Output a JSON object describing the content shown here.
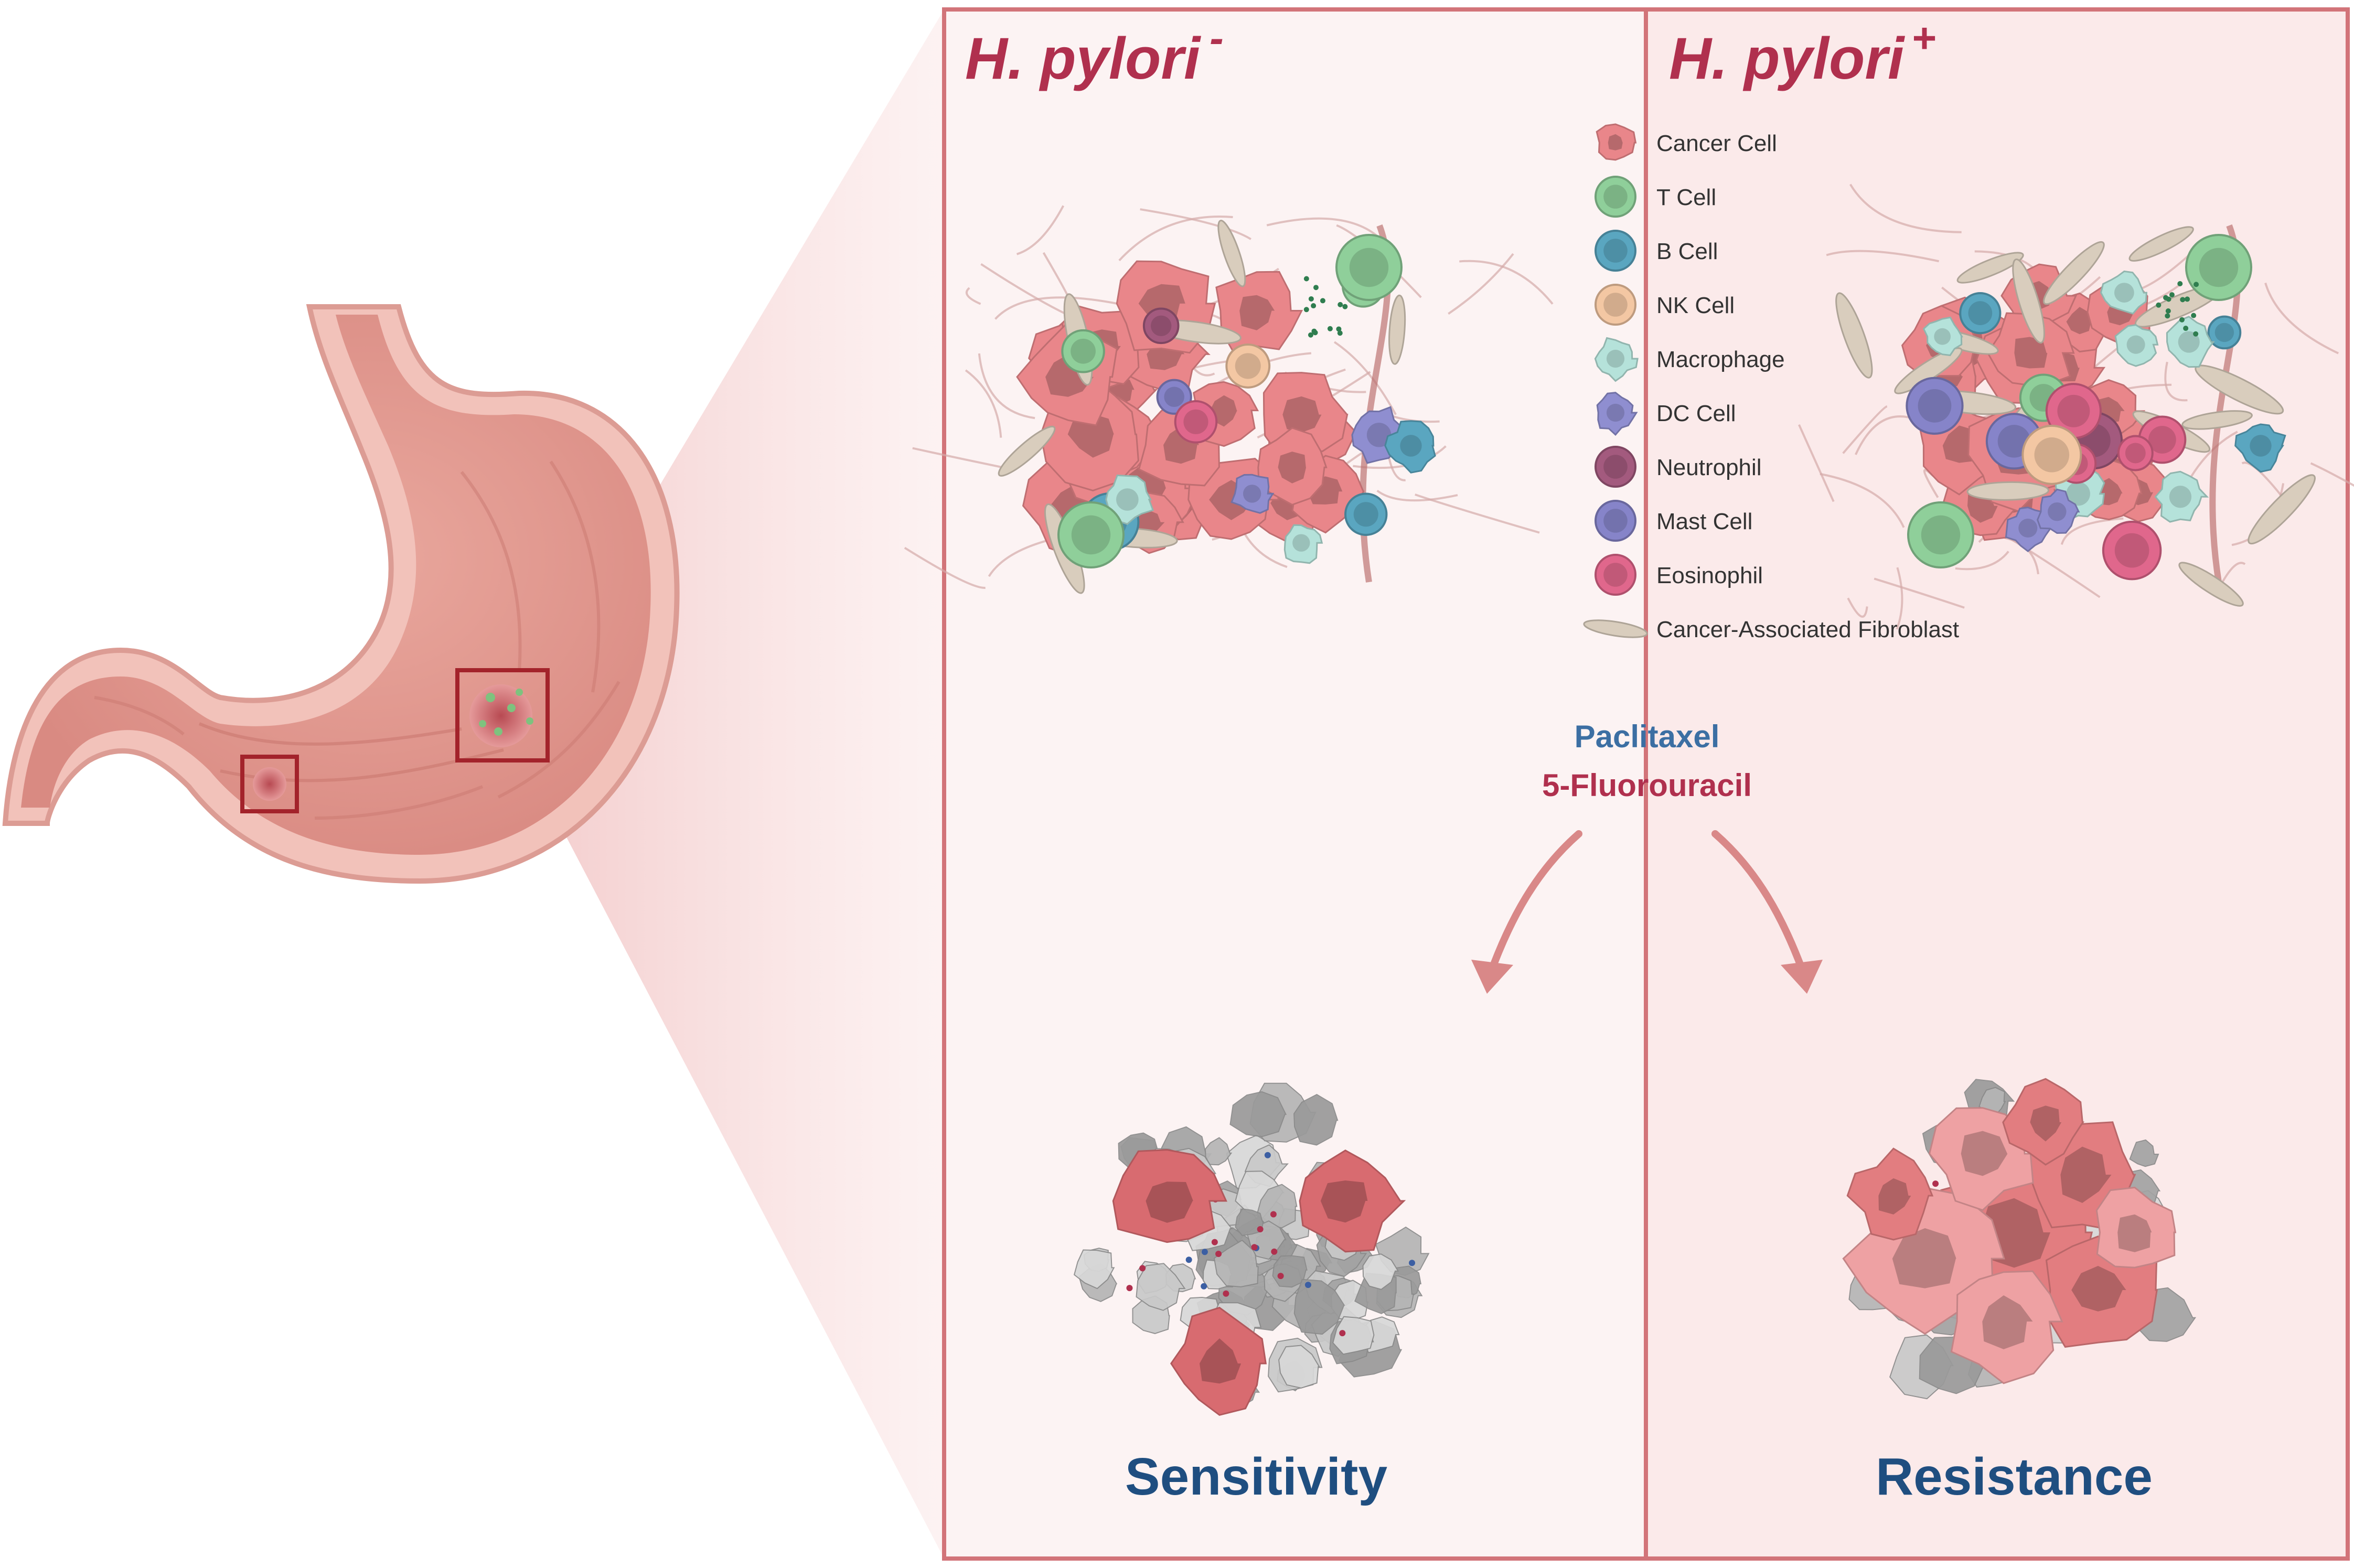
{
  "panels": {
    "left_title_main": "H. pylori",
    "left_title_sup": "-",
    "right_title_main": "H. pylori",
    "right_title_sup": "+"
  },
  "legend": [
    {
      "label": "Cancer Cell",
      "color": "#e9868a"
    },
    {
      "label": "T Cell",
      "color": "#8fcf9a"
    },
    {
      "label": "B Cell",
      "color": "#5aa6c0"
    },
    {
      "label": "NK Cell",
      "color": "#f3c7a3"
    },
    {
      "label": "Macrophage",
      "color": "#b5e2da"
    },
    {
      "label": "DC Cell",
      "color": "#8f8ed0"
    },
    {
      "label": "Neutrophil",
      "color": "#a35a7e"
    },
    {
      "label": "Mast Cell",
      "color": "#8684c9"
    },
    {
      "label": "Eosinophil",
      "color": "#e0678c"
    },
    {
      "label": "Cancer-Associated Fibroblast",
      "color": "#d9cdbd"
    }
  ],
  "drugs": {
    "drug1": "Paclitaxel",
    "drug2": "5-Fluorouracil",
    "drug1_color": "#3c6fa3",
    "drug2_color": "#b0304e"
  },
  "outcomes": {
    "left": "Sensitivity",
    "right": "Resistance",
    "color": "#1f4e80"
  },
  "colors": {
    "frame": "#d27479",
    "title": "#b0304e",
    "panel_bg_left": "#fcf3f3",
    "panel_bg_right": "#fbeaea",
    "arrow": "#d98888"
  }
}
